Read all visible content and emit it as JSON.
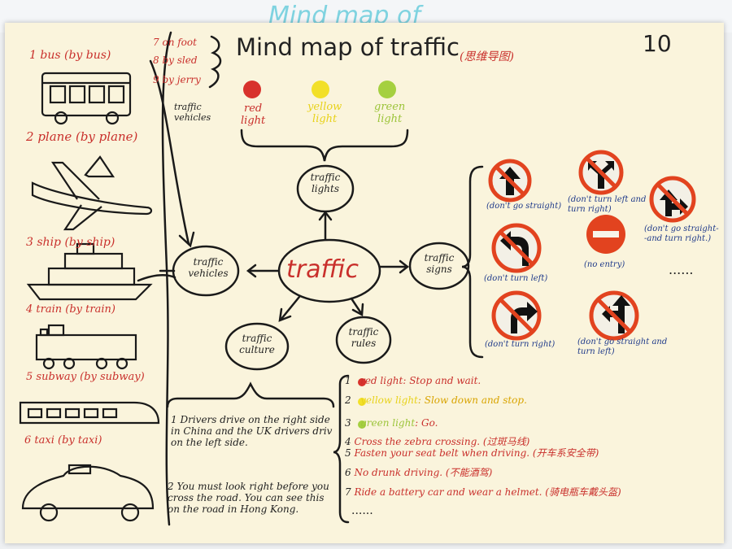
{
  "background_title": "Mind map of",
  "title": "Mind map of traffic",
  "title_cn": "(思维导图)",
  "corner_mark": "10",
  "center": "traffic",
  "nodes": {
    "vehicles": "traffic\nvehicles",
    "lights": "traffic\nlights",
    "signs": "traffic\nsigns",
    "culture": "traffic\nculture",
    "rules": "traffic\nrules"
  },
  "vehicles": [
    {
      "num": "1",
      "label": "bus (by bus)"
    },
    {
      "num": "2",
      "label": "plane (by plane)"
    },
    {
      "num": "3",
      "label": "ship (by ship)"
    },
    {
      "num": "4",
      "label": "train (by train)"
    },
    {
      "num": "5",
      "label": "subway (by subway)"
    },
    {
      "num": "6",
      "label": "taxi (by taxi)"
    }
  ],
  "other_vehicles": [
    {
      "num": "7",
      "label": "on foot"
    },
    {
      "num": "8",
      "label": "by sled"
    },
    {
      "num": "9",
      "label": "by jerry"
    }
  ],
  "traffic_vehicles_note": "traffic\nvehicles",
  "lights": [
    {
      "label": "red\nlight",
      "color": "#d8322c"
    },
    {
      "label": "yellow\nlight",
      "color": "#f2e028"
    },
    {
      "label": "green\nlight",
      "color": "#a5d040"
    }
  ],
  "signs": [
    {
      "caption": "(don't go straight)"
    },
    {
      "caption": "(don't turn left and\nturn right)"
    },
    {
      "caption": "(don't go straight-\n-and turn right.)"
    },
    {
      "caption": "(don't turn left)"
    },
    {
      "caption": "(no entry)"
    },
    {
      "caption": "(don't turn right)"
    },
    {
      "caption": "(don't go straight and\nturn left)"
    }
  ],
  "signs_more": "......",
  "culture": [
    {
      "num": "1",
      "text": "Drivers drive on the right side in China and the UK drivers driv on the left side."
    },
    {
      "num": "2",
      "text": "You must look right before you cross the road. You can see this on the road in Hong Kong."
    }
  ],
  "rules": [
    {
      "num": "1",
      "key": "red light",
      "text": ": Stop and wait.",
      "color": "#c9302c"
    },
    {
      "num": "2",
      "key": "yellow light",
      "text": ": Slow down and stop.",
      "color": "#e8c51a"
    },
    {
      "num": "3",
      "key": "green light",
      "text": ": Go.",
      "color": "#9cc43a"
    },
    {
      "num": "4",
      "key": "",
      "text": "Cross the zebra crossing. (过斑马线)",
      "color": "#c9302c"
    },
    {
      "num": "5",
      "key": "",
      "text": "Fasten your seat belt when driving. (开车系安全带)",
      "color": "#c9302c"
    },
    {
      "num": "6",
      "key": "",
      "text": "No drunk driving. (不能酒驾)",
      "color": "#c9302c"
    },
    {
      "num": "7",
      "key": "",
      "text": "Ride a battery car and wear a helmet. (骑电瓶车戴头盔)",
      "color": "#c9302c"
    }
  ],
  "rules_more": "......"
}
